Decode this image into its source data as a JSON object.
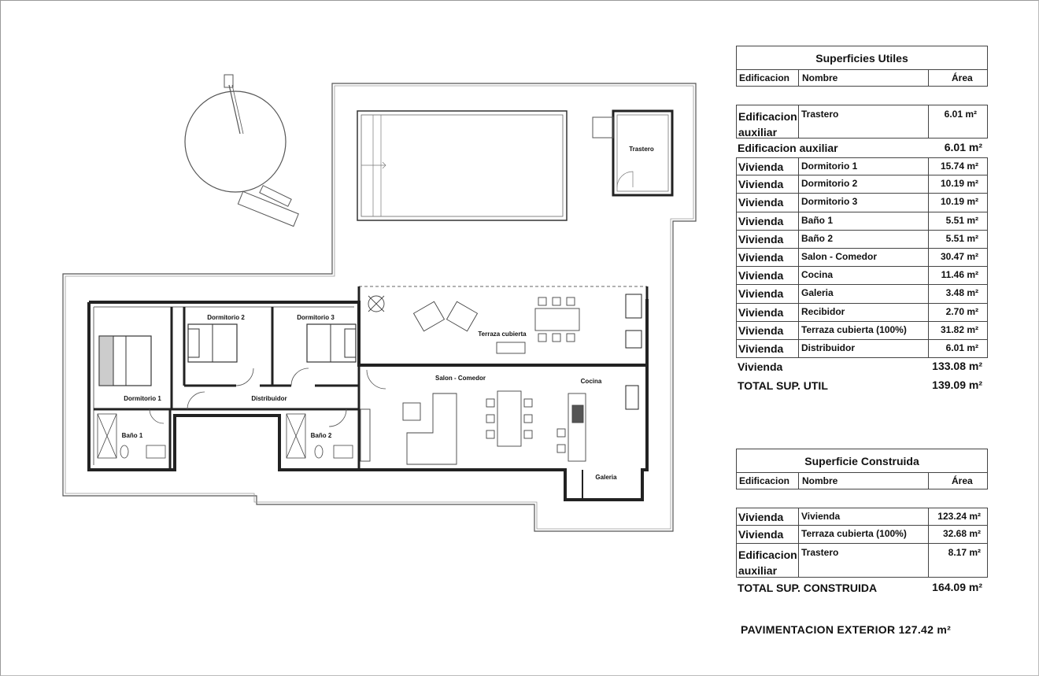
{
  "plan": {
    "rooms": {
      "trastero": "Trastero",
      "dormitorio1": "Dormitorio 1",
      "dormitorio2": "Dormitorio 2",
      "dormitorio3": "Dormitorio 3",
      "distribuidor": "Distribuidor",
      "bano1": "Baño 1",
      "bano2": "Baño 2",
      "salon": "Salon - Comedor",
      "cocina": "Cocina",
      "galeria": "Galeria",
      "terraza": "Terraza cubierta"
    }
  },
  "utiles": {
    "title": "Superficies Utiles",
    "headers": [
      "Edificacion",
      "Nombre",
      "Área"
    ],
    "rows": [
      {
        "edificacion": "Edificacion auxiliar",
        "nombre": "Trastero",
        "area": "6.01 m²"
      }
    ],
    "subtotal_aux": {
      "label": "Edificacion auxiliar",
      "value": "6.01 m²"
    },
    "vivienda_rows": [
      {
        "edificacion": "Vivienda",
        "nombre": "Dormitorio 1",
        "area": "15.74 m²"
      },
      {
        "edificacion": "Vivienda",
        "nombre": "Dormitorio 2",
        "area": "10.19 m²"
      },
      {
        "edificacion": "Vivienda",
        "nombre": "Dormitorio 3",
        "area": "10.19 m²"
      },
      {
        "edificacion": "Vivienda",
        "nombre": "Baño 1",
        "area": "5.51 m²"
      },
      {
        "edificacion": "Vivienda",
        "nombre": "Baño 2",
        "area": "5.51 m²"
      },
      {
        "edificacion": "Vivienda",
        "nombre": "Salon - Comedor",
        "area": "30.47 m²"
      },
      {
        "edificacion": "Vivienda",
        "nombre": "Cocina",
        "area": "11.46 m²"
      },
      {
        "edificacion": "Vivienda",
        "nombre": "Galeria",
        "area": "3.48 m²"
      },
      {
        "edificacion": "Vivienda",
        "nombre": "Recibidor",
        "area": "2.70 m²"
      },
      {
        "edificacion": "Vivienda",
        "nombre": "Terraza cubierta (100%)",
        "area": "31.82 m²"
      },
      {
        "edificacion": "Vivienda",
        "nombre": "Distribuidor",
        "area": "6.01 m²"
      }
    ],
    "subtotal_viv": {
      "label": "Vivienda",
      "value": "133.08 m²"
    },
    "total": {
      "label": "TOTAL SUP. UTIL",
      "value": "139.09 m²"
    }
  },
  "construida": {
    "title": "Superficie Construida",
    "headers": [
      "Edificacion",
      "Nombre",
      "Área"
    ],
    "rows": [
      {
        "edificacion": "Vivienda",
        "nombre": "Vivienda",
        "area": "123.24 m²"
      },
      {
        "edificacion": "Vivienda",
        "nombre": "Terraza cubierta (100%)",
        "area": "32.68 m²"
      },
      {
        "edificacion": "Edificacion auxiliar",
        "nombre": "Trastero",
        "area": "8.17 m²"
      }
    ],
    "total": {
      "label": "TOTAL SUP. CONSTRUIDA",
      "value": "164.09 m²"
    }
  },
  "footer": "PAVIMENTACION EXTERIOR 127.42 m²"
}
